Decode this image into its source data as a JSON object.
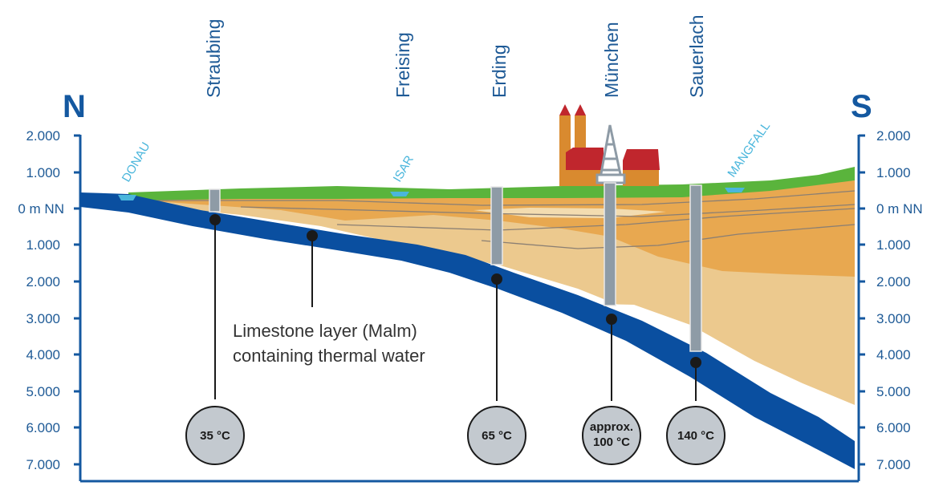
{
  "directions": {
    "north": "N",
    "south": "S"
  },
  "depth_ticks": [
    "2.000",
    "1.000",
    "0 m NN",
    "1.000",
    "2.000",
    "3.000",
    "4.000",
    "5.000",
    "6.000",
    "7.000"
  ],
  "towns": [
    "Straubing",
    "Freising",
    "Erding",
    "München",
    "Sauerlach"
  ],
  "rivers": [
    "DONAU",
    "ISAR",
    "MANGFALL"
  ],
  "legend": {
    "line1": "Limestone layer (Malm)",
    "line2": "containing thermal water"
  },
  "wells": [
    {
      "line1": "35 °C",
      "line2": ""
    },
    {
      "line1": "65 °C",
      "line2": ""
    },
    {
      "line1": "approx.",
      "line2": "100 °C"
    },
    {
      "line1": "140 °C",
      "line2": ""
    }
  ],
  "colors": {
    "axis": "#1458a0",
    "malm_layer": "#0a4fa0",
    "surface_green": "#5ab43c",
    "upper_sediment": "#e8a850",
    "lower_sediment": "#ecc98e",
    "borehole": "#8e9ba6",
    "temp_circle": "#c3c9cf",
    "building_red": "#c0262d",
    "building_orange": "#d98a2f"
  }
}
